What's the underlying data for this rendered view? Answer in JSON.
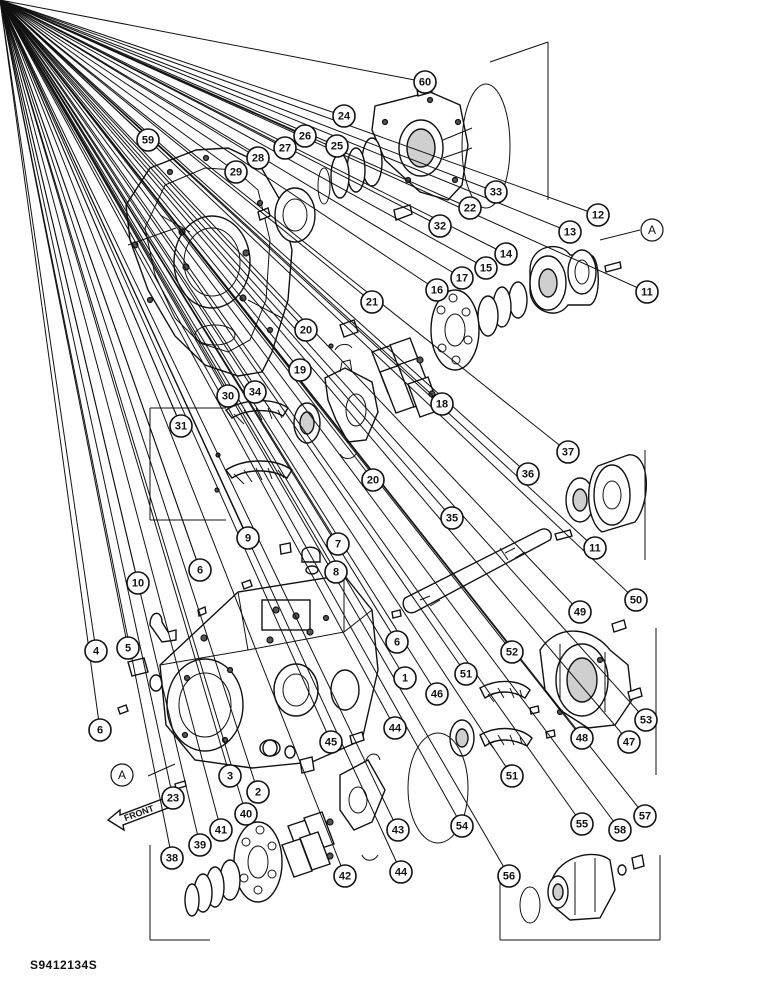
{
  "drawing_number": "S9412134S",
  "front_label": "FRONT",
  "reference_letter": "A",
  "callouts": [
    "1",
    "2",
    "3",
    "4",
    "5",
    "6",
    "7",
    "8",
    "9",
    "10",
    "11",
    "12",
    "13",
    "14",
    "15",
    "16",
    "17",
    "18",
    "19",
    "20",
    "21",
    "22",
    "23",
    "24",
    "25",
    "26",
    "27",
    "28",
    "29",
    "30",
    "31",
    "32",
    "33",
    "34",
    "35",
    "36",
    "37",
    "38",
    "39",
    "40",
    "41",
    "42",
    "43",
    "44",
    "45",
    "46",
    "47",
    "48",
    "49",
    "50",
    "51",
    "52",
    "53",
    "54",
    "55",
    "56",
    "57",
    "58",
    "59",
    "60"
  ]
}
